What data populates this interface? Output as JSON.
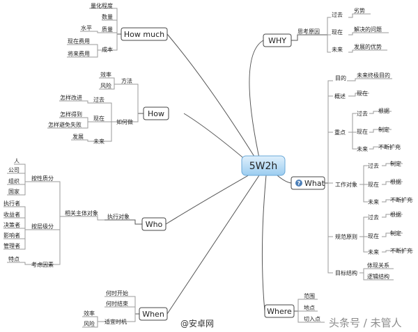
{
  "root": "5W2h",
  "watermark_left": "@安卓网",
  "watermark_right": "头条号 / 未管人",
  "nodes": {
    "why": "WHY",
    "why_a": "思考原因",
    "why_b": "过去",
    "why_c": "劣势",
    "why_d": "现在",
    "why_e": "解决的问题",
    "why_f": "未来",
    "why_g": "发展的优势",
    "what": "What",
    "what_a": "目的",
    "what_b": "未来终极目的",
    "what_c": "概述",
    "what_d": "现在",
    "what_e": "重点",
    "what_f": "过去",
    "what_g": "根据",
    "what_h": "现在",
    "what_i": "制定",
    "what_j": "未来",
    "what_k": "不断扩充",
    "what_l": "工作对象",
    "what_m": "过去",
    "what_n": "制定",
    "what_o": "现在",
    "what_p": "根据",
    "what_q": "未来",
    "what_r": "不断扩充",
    "what_s": "规范原则",
    "what_t": "过去",
    "what_u": "根据",
    "what_v": "现在",
    "what_w": "制定",
    "what_x": "未来",
    "what_y": "不断扩充",
    "what_z": "目标结构",
    "what_aa": "体现关系",
    "what_ab": "逻辑结构",
    "where": "Where",
    "where_a": "范围",
    "where_b": "地点",
    "where_c": "切入点",
    "howmuch": "How much",
    "hm_a": "量化程度",
    "hm_b": "数量",
    "hm_c": "质量",
    "hm_d": "水平",
    "hm_e": "成本",
    "hm_f": "现在费用",
    "hm_g": "将来费用",
    "how": "How",
    "how_a": "方法",
    "how_b": "效率",
    "how_c": "风险",
    "how_d": "如何做",
    "how_e": "过去",
    "how_f": "怎样改进",
    "how_g": "现在",
    "how_h": "怎样得到",
    "how_i": "怎样避免失败",
    "how_j": "未来",
    "how_k": "发展",
    "who": "Who",
    "who_a": "执行对象",
    "who_b": "相关主体对象",
    "who_c": "按性质分",
    "who_d": "人",
    "who_e": "公司",
    "who_f": "组织",
    "who_g": "国家",
    "who_h": "按层级分",
    "who_i": "执行者",
    "who_j": "收益者",
    "who_k": "决策者",
    "who_l": "影响者",
    "who_m": "管理者",
    "who_n": "考虑因素",
    "who_o": "特点",
    "when": "When",
    "when_a": "何时开始",
    "when_b": "何时结束",
    "when_c": "适宜时机",
    "when_d": "效率",
    "when_e": "风险"
  }
}
